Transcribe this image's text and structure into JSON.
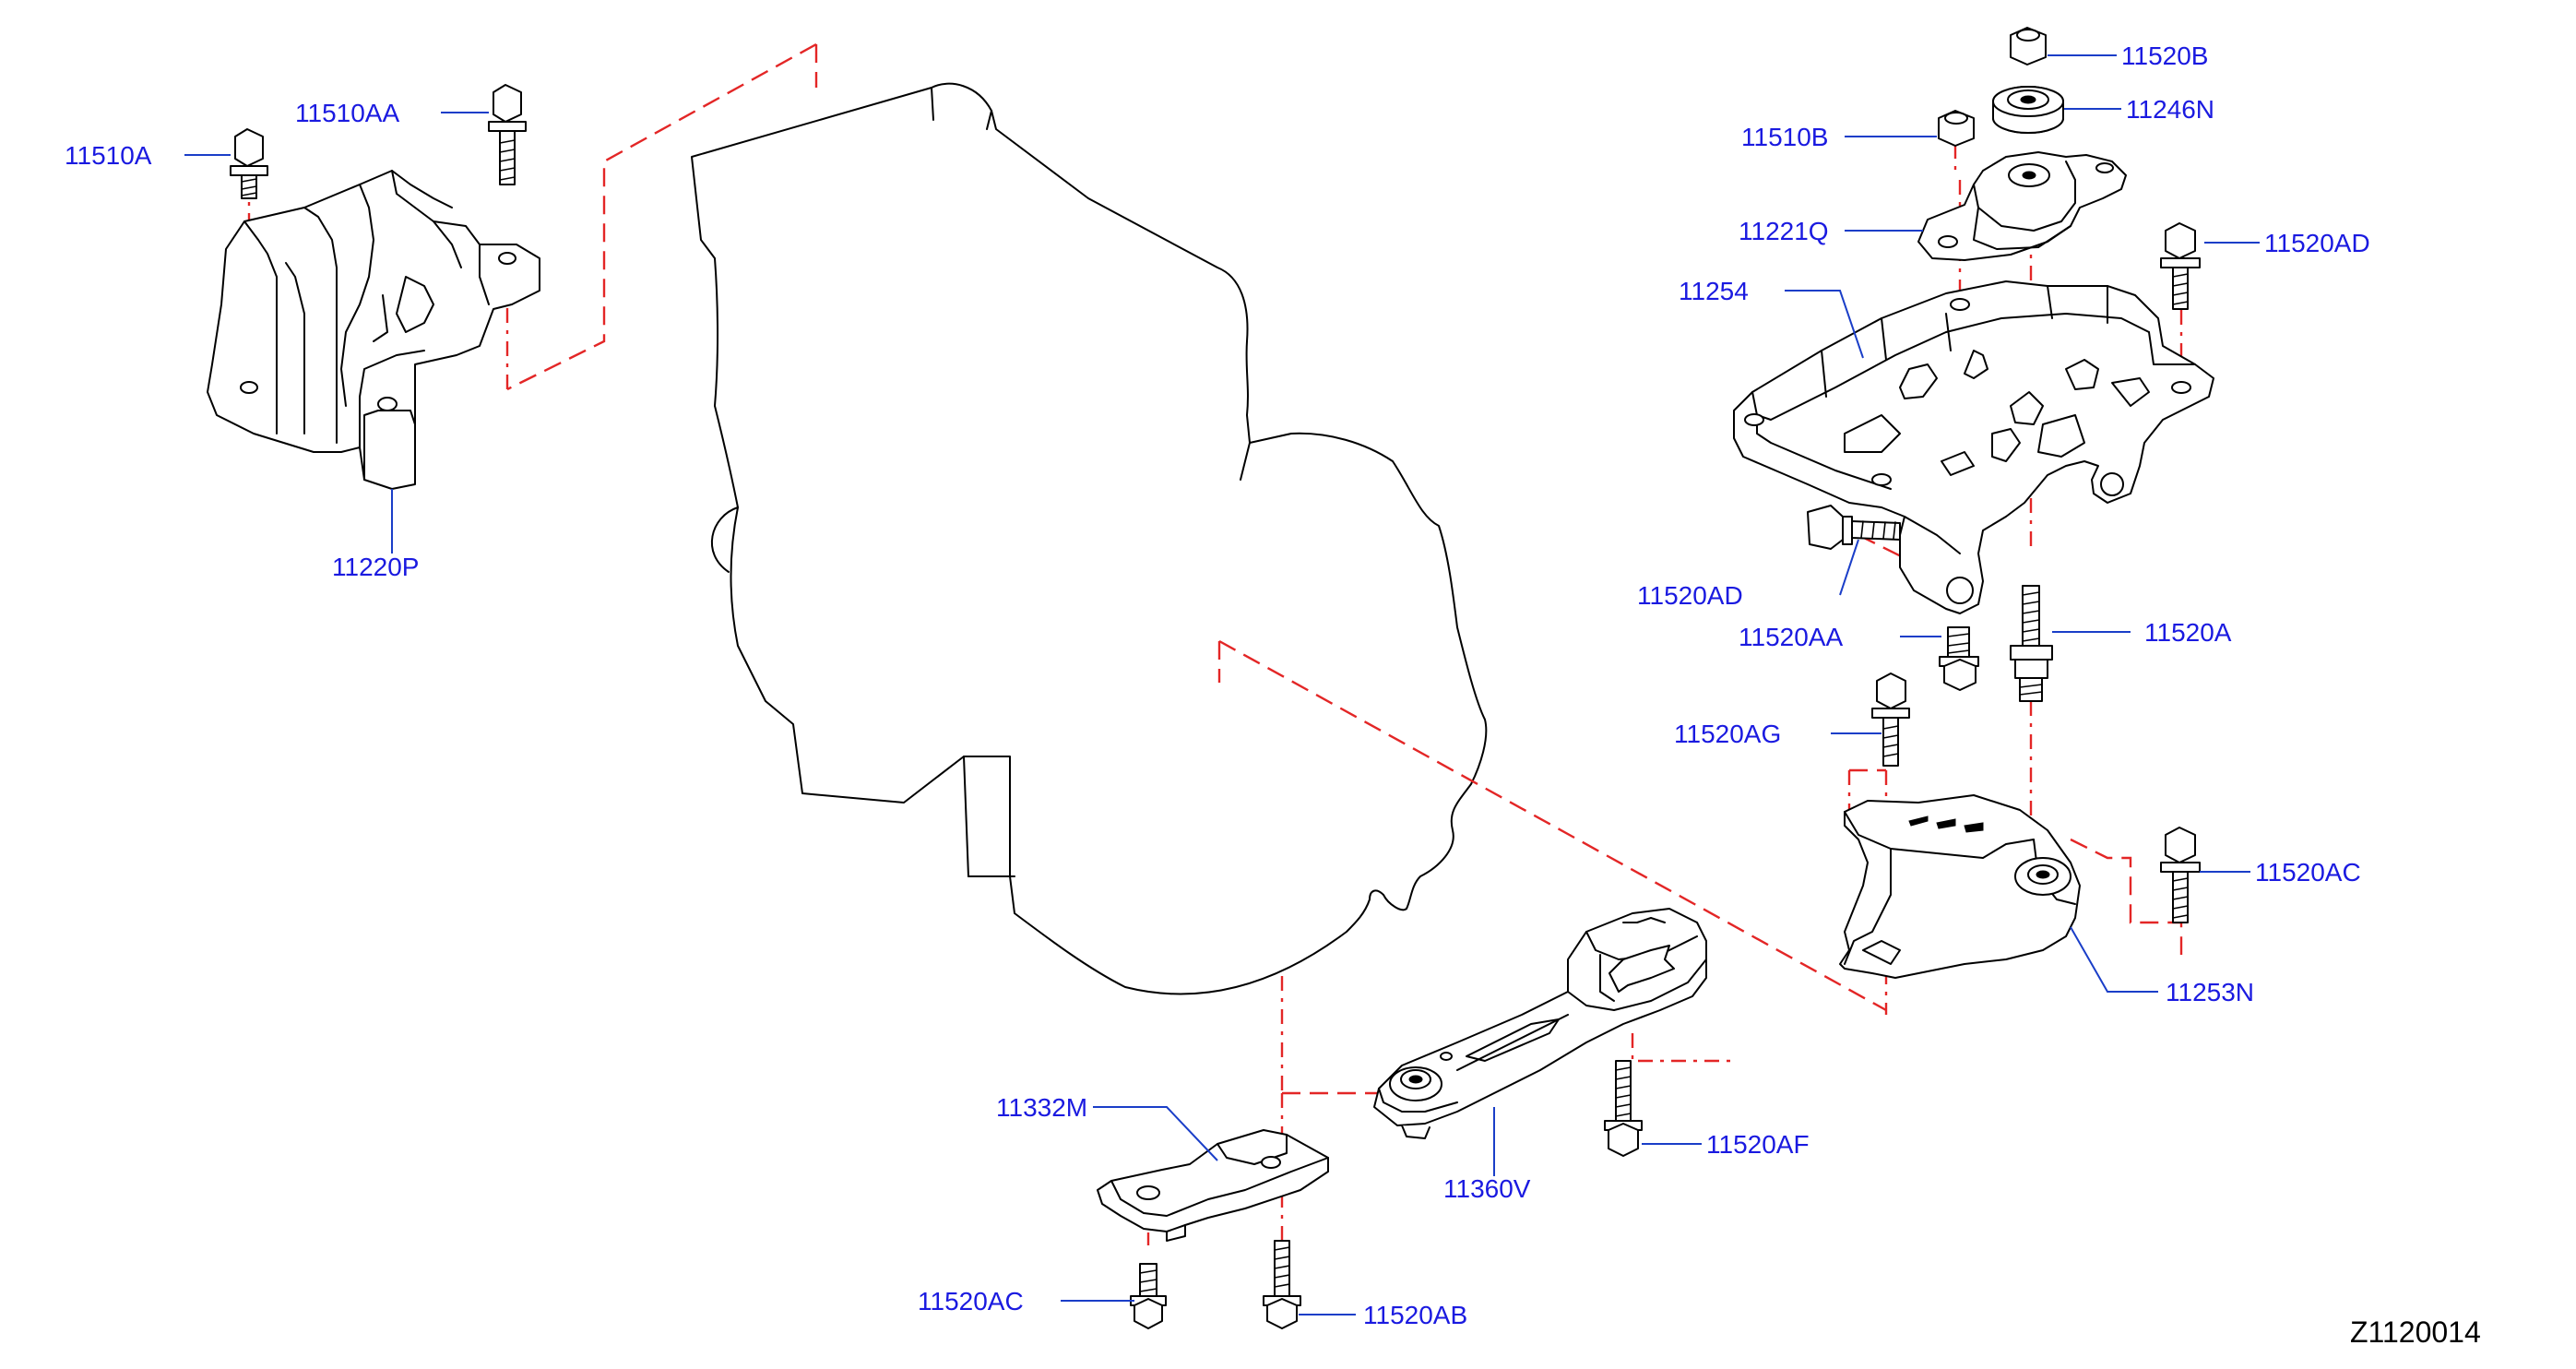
{
  "diagram": {
    "reference_code": "Z1120014",
    "colors": {
      "label": "#1a1ae0",
      "leader": "#1a3ec8",
      "alignment_line": "#e32626",
      "outline": "#000000"
    },
    "labels": {
      "l_11510A": "11510A",
      "l_11510AA": "11510AA",
      "l_11220P": "11220P",
      "l_11520B": "11520B",
      "l_11246N": "11246N",
      "l_11510B": "11510B",
      "l_11221Q": "11221Q",
      "l_11520AD_top": "11520AD",
      "l_11254": "11254",
      "l_11520AD_side": "11520AD",
      "l_11520AA": "11520AA",
      "l_11520A": "11520A",
      "l_11520AG": "11520AG",
      "l_11520AC_right": "11520AC",
      "l_11253N": "11253N",
      "l_11332M": "11332M",
      "l_11360V": "11360V",
      "l_11520AF": "11520AF",
      "l_11520AC_bottom": "11520AC",
      "l_11520AB": "11520AB"
    }
  }
}
